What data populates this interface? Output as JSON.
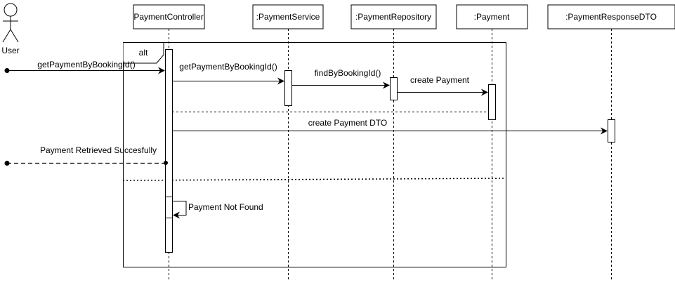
{
  "actor": {
    "label": "User"
  },
  "participants": [
    {
      "key": "controller",
      "label": "PaymentController"
    },
    {
      "key": "service",
      "label": ":PaymentService"
    },
    {
      "key": "repository",
      "label": ":PaymentRepository"
    },
    {
      "key": "payment",
      "label": ":Payment"
    },
    {
      "key": "dto",
      "label": ":PaymentResponseDTO"
    }
  ],
  "fragment": {
    "operator": "alt"
  },
  "messages": {
    "m1": "getPaymentByBookingId()",
    "m2": "getPaymentByBookingId()",
    "m3": "findByBookingId()",
    "m4": "create Payment",
    "m5": "create Payment DTO",
    "m6": "Payment Retrieved Succesfully",
    "m7": "Payment Not Found"
  },
  "colors": {
    "stroke": "#000000",
    "fill": "#ffffff"
  }
}
